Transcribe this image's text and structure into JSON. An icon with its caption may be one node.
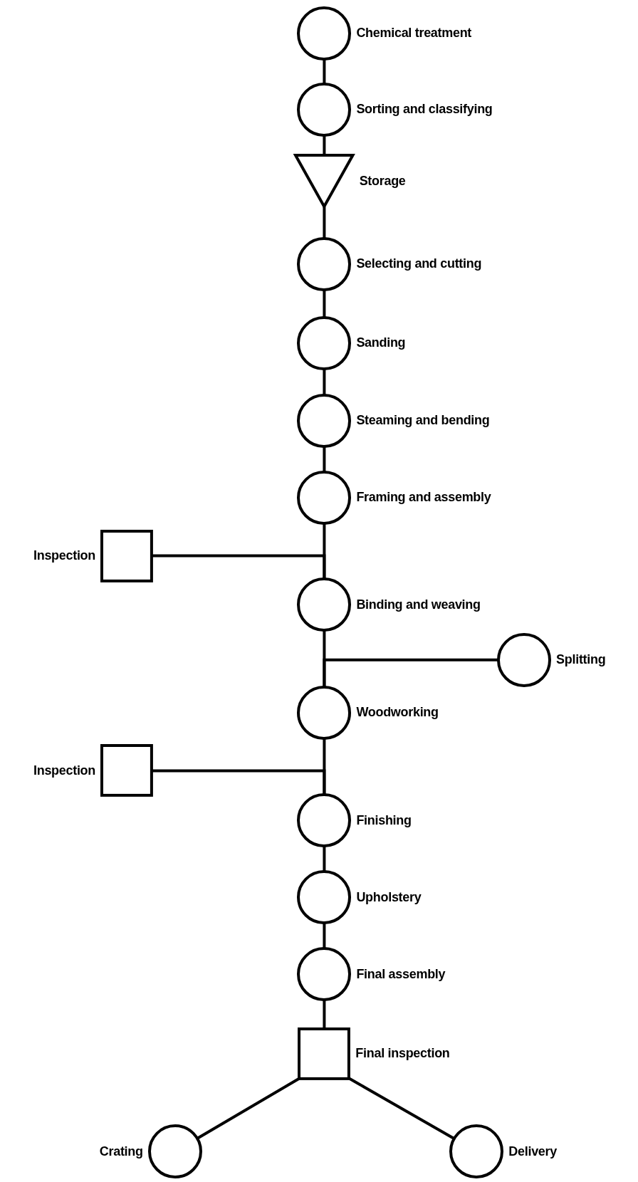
{
  "diagram": {
    "nodes": [
      {
        "text": [
          "Chemical treatment"
        ]
      },
      {
        "text": [
          "Sorting and classifying"
        ]
      },
      {
        "text": [
          "Storage"
        ]
      },
      {
        "text": [
          "Selecting and cutting"
        ]
      },
      {
        "text": [
          "Sanding"
        ]
      },
      {
        "text": [
          "Steaming and bending"
        ]
      },
      {
        "text": [
          "Framing and assembly"
        ]
      },
      {
        "text": [
          "Inspection"
        ]
      },
      {
        "text": [
          "Binding and weaving"
        ]
      },
      {
        "text": [
          "Splitting"
        ]
      },
      {
        "text": [
          "Woodworking"
        ]
      },
      {
        "text": [
          "Inspection"
        ]
      },
      {
        "text": [
          "Finishing"
        ]
      },
      {
        "text": [
          "Upholstery"
        ]
      },
      {
        "text": [
          "Final assembly"
        ]
      },
      {
        "text": [
          "Final inspection"
        ]
      },
      {
        "text": [
          "Crating"
        ]
      },
      {
        "text": [
          "Delivery"
        ]
      }
    ],
    "edges": [
      {
        "from": 0,
        "to": 1,
        "arrow": "none"
      },
      {
        "from": 1,
        "to": 2,
        "arrow": "none"
      },
      {
        "from": 2,
        "to": 3,
        "arrow": "none"
      },
      {
        "from": 3,
        "to": 4,
        "arrow": "none"
      },
      {
        "from": 4,
        "to": 5,
        "arrow": "none"
      },
      {
        "from": 5,
        "to": 6,
        "arrow": "none"
      },
      {
        "from": 6,
        "to": 8,
        "arrow": "none"
      },
      {
        "from": 7,
        "to": 8,
        "arrow": "none"
      },
      {
        "from": 8,
        "to": 10,
        "arrow": "none"
      },
      {
        "from": 9,
        "to": 10,
        "arrow": "none"
      },
      {
        "from": 10,
        "to": 12,
        "arrow": "none"
      },
      {
        "from": 11,
        "to": 12,
        "arrow": "none"
      },
      {
        "from": 12,
        "to": 13,
        "arrow": "none"
      },
      {
        "from": 13,
        "to": 14,
        "arrow": "none"
      },
      {
        "from": 14,
        "to": 15,
        "arrow": "none"
      },
      {
        "from": 15,
        "to": 16,
        "arrow": "none"
      },
      {
        "from": 15,
        "to": 17,
        "arrow": "none"
      }
    ]
  }
}
